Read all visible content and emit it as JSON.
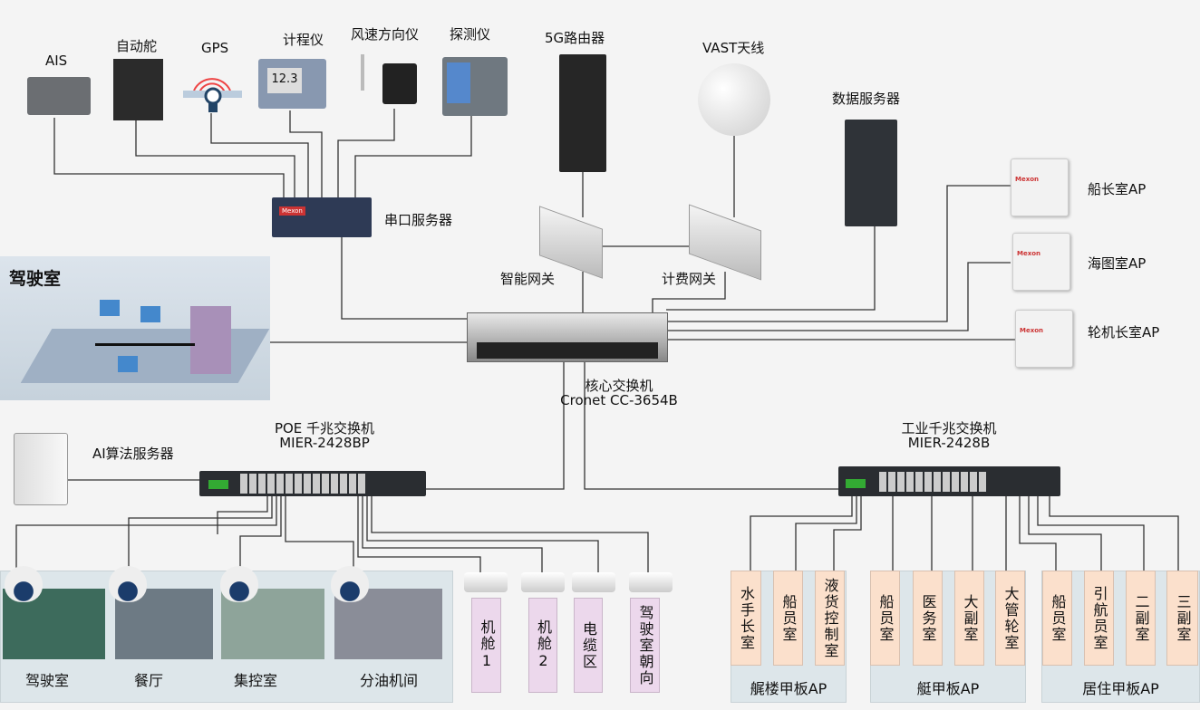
{
  "devices_top": {
    "ais": "AIS",
    "autopilot": "自动舵",
    "gps": "GPS",
    "log": "计程仪",
    "wind": "风速方向仪",
    "sounder": "探测仪",
    "router": "5G路由器",
    "vast": "VAST天线",
    "data_server": "数据服务器",
    "serial_server": "串口服务器",
    "smart_gateway": "智能网关",
    "billing_gateway": "计费网关",
    "log_display": "12.3"
  },
  "bridge": {
    "title": "驾驶室"
  },
  "core_switch": {
    "name": "核心交换机",
    "model": "Cronet CC-3654B"
  },
  "brand": "Mexon",
  "aps": [
    "船长室AP",
    "海图室AP",
    "轮机长室AP"
  ],
  "poe_switch": {
    "name": "POE 千兆交换机",
    "model": "MIER-2428BP"
  },
  "ind_switch": {
    "name": "工业千兆交换机",
    "model": "MIER-2428B"
  },
  "ai_server": "AI算法服务器",
  "dome_cameras": [
    "驾驶室",
    "餐厅",
    "集控室",
    "分油机间"
  ],
  "bullet_cameras": [
    "机舱1",
    "机舱2",
    "电缆区",
    "驾驶室朝向"
  ],
  "deck_groups": [
    {
      "label": "艉楼甲板AP",
      "rooms": [
        "水手长室",
        "船员室",
        "液货控制室"
      ]
    },
    {
      "label": "艇甲板AP",
      "rooms": [
        "船员室",
        "医务室",
        "大副室",
        "大管轮室"
      ]
    },
    {
      "label": "居住甲板AP",
      "rooms": [
        "船员室",
        "引航员室",
        "二副室",
        "三副室"
      ]
    }
  ],
  "colors": {
    "room_box": "#fbe0cc",
    "camera_box": "#ecd8ec",
    "panel": "#dde6ea",
    "line": "#333333"
  }
}
